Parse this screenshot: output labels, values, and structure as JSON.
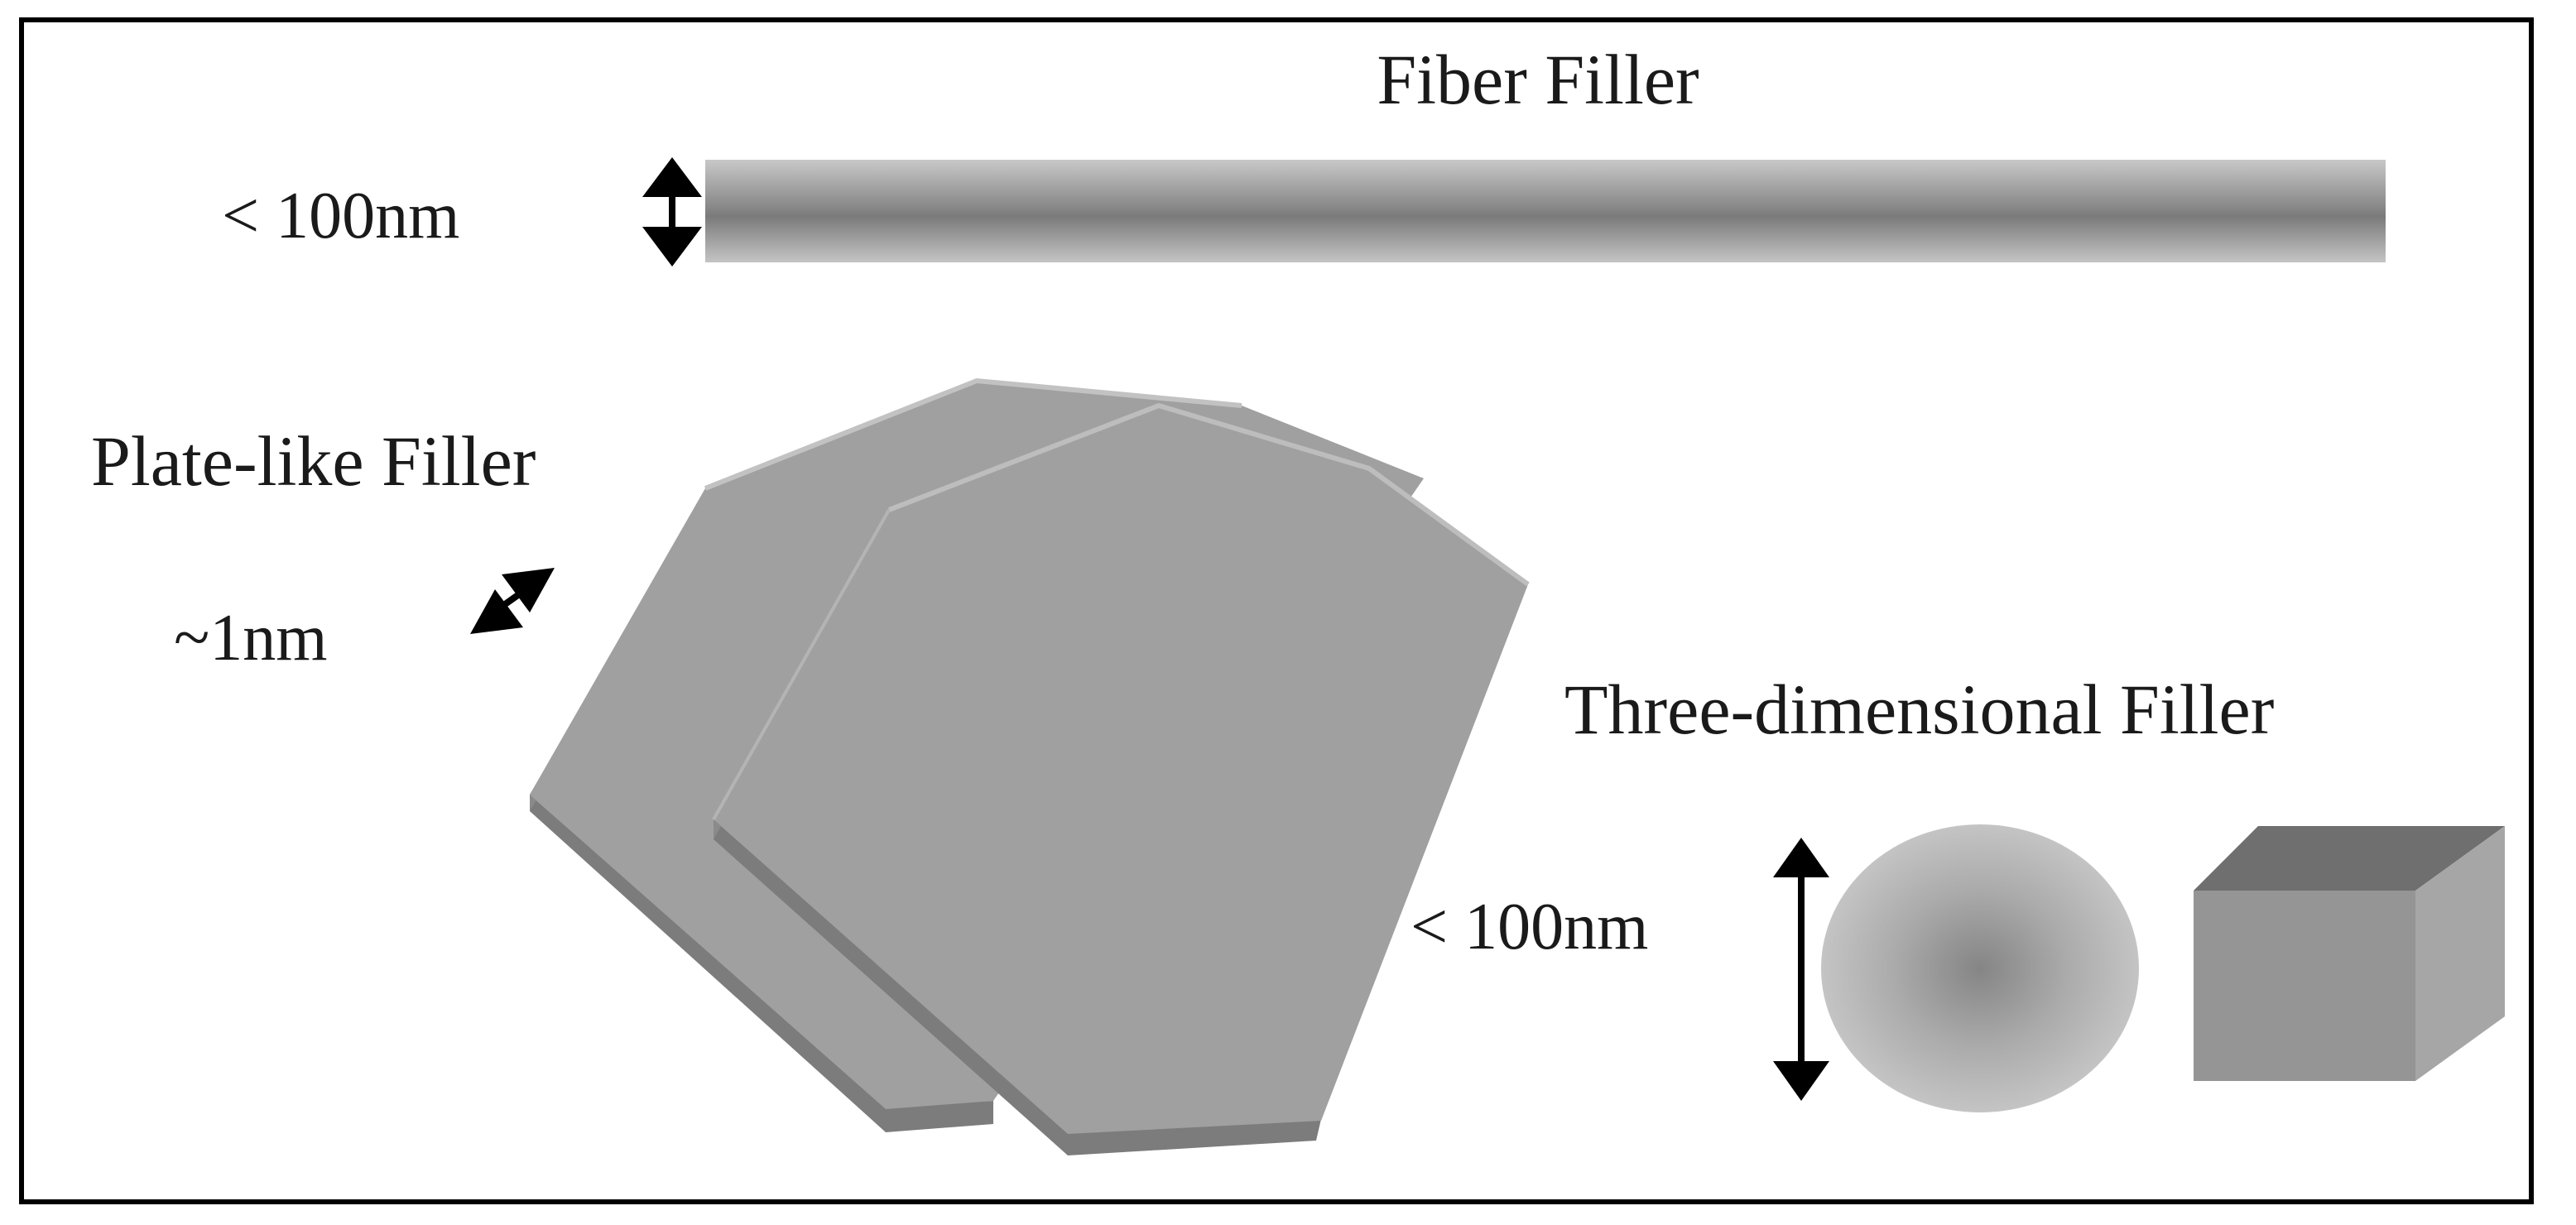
{
  "fiber": {
    "title": "Fiber Filler",
    "dimension": "< 100nm"
  },
  "plate": {
    "title": "Plate-like Filler",
    "dimension": "~1nm"
  },
  "three_d": {
    "title": "Three-dimensional Filler",
    "dimension": "< 100nm"
  },
  "colors": {
    "border": "#000000",
    "plate_face": "#a0a0a0",
    "plate_edge": "#7c7c7c",
    "plate_highlight": "#c2c2c2",
    "fiber_light": "#c8c8c8",
    "fiber_dark": "#7a7a7a",
    "sphere_center": "#858585",
    "sphere_edge": "#c4c4c4",
    "cube_front": "#959595",
    "cube_top": "#6f6f6f",
    "cube_side": "#a6a6a6"
  }
}
